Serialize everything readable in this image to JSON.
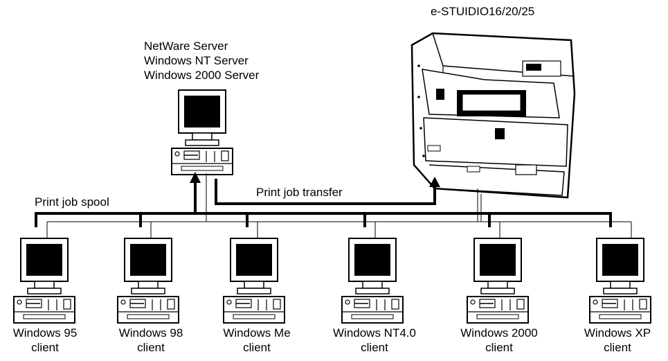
{
  "printer": {
    "model_label": "e-STUIDIO16/20/25"
  },
  "server": {
    "labels": [
      "NetWare Server",
      "Windows NT Server",
      "Windows 2000 Server"
    ]
  },
  "flows": {
    "spool_label": "Print job spool",
    "transfer_label": "Print job transfer"
  },
  "clients": [
    {
      "os": "Windows 95",
      "role": "client"
    },
    {
      "os": "Windows 98",
      "role": "client"
    },
    {
      "os": "Windows Me",
      "role": "client"
    },
    {
      "os": "Windows NT4.0",
      "role": "client"
    },
    {
      "os": "Windows 2000",
      "role": "client"
    },
    {
      "os": "Windows XP",
      "role": "client"
    }
  ]
}
